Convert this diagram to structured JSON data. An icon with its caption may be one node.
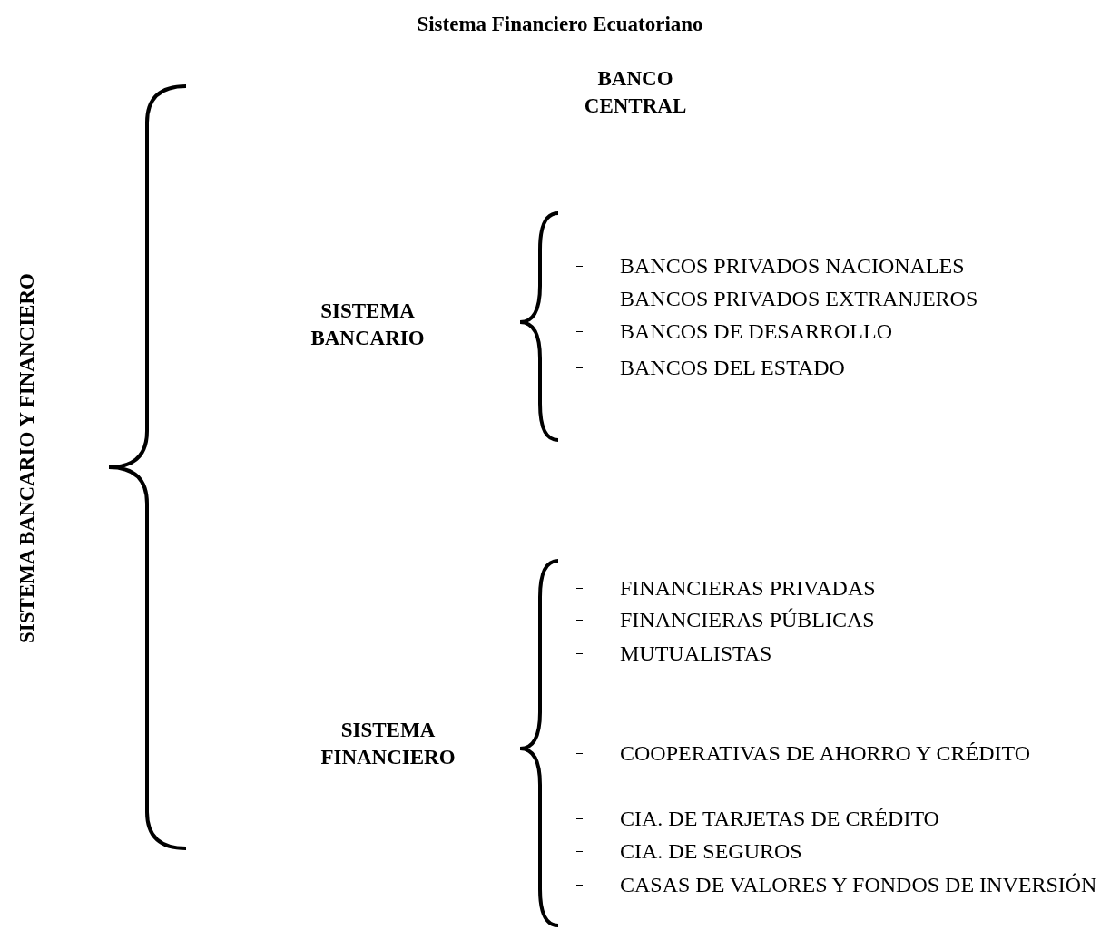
{
  "diagram": {
    "title": "Sistema Financiero Ecuatoriano",
    "labels": [
      "SISTEMA BANCARIO Y FINANCIERO",
      "BANCO CENTRAL",
      "SISTEMA BANCARIO",
      "BANCOS PRIVADOS NACIONALES",
      "BANCOS PRIVADOS EXTRANJEROS",
      "BANCOS DE DESARROLLO",
      "BANCOS DEL ESTADO",
      "SISTEMA FINANCIERO",
      "FINANCIERAS PRIVADAS",
      "FINANCIERAS PÚBLICAS",
      "MUTUALISTAS",
      "COOPERATIVAS DE AHORRO Y CRÉDITO",
      "CIA. DE TARJETAS DE CRÉDITO",
      "CIA. DE SEGUROS",
      "CASAS DE VALORES Y FONDOS DE INVERSIÓN"
    ]
  }
}
